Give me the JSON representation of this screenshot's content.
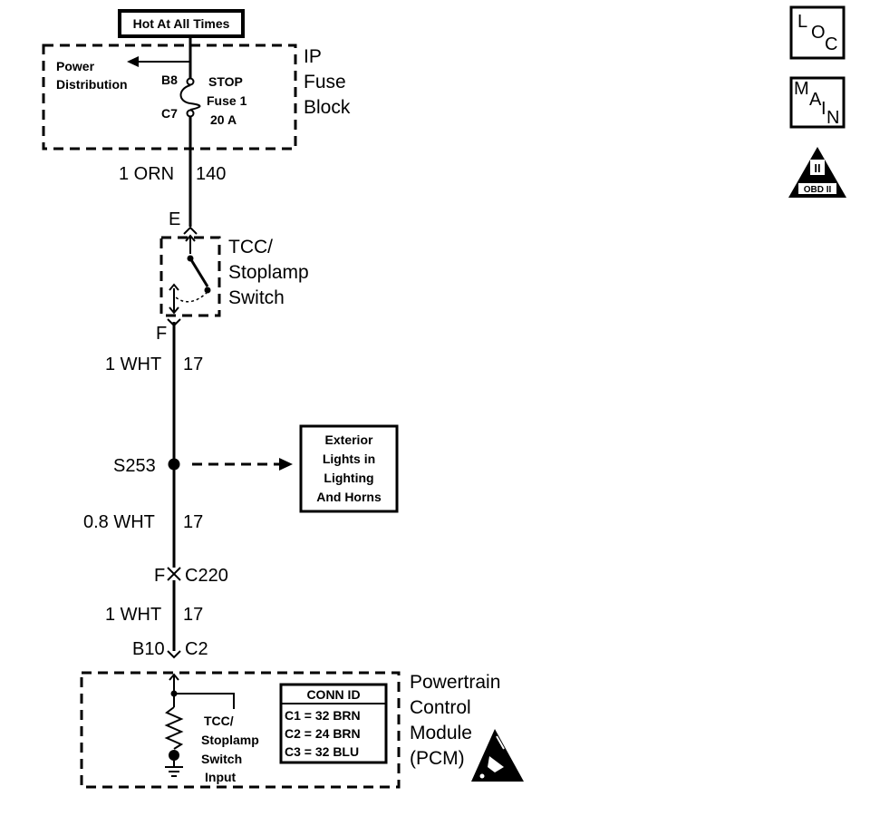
{
  "header": {
    "hot_label": "Hot At All Times"
  },
  "fuse_block": {
    "name_line1": "IP",
    "name_line2": "Fuse",
    "name_line3": "Block",
    "power_line1": "Power",
    "power_line2": "Distribution",
    "pin_top": "B8",
    "pin_bottom": "C7",
    "fuse_line1": "STOP",
    "fuse_line2": "Fuse 1",
    "fuse_line3": "20 A"
  },
  "wire_1": {
    "gauge_color": "1 ORN",
    "circuit": "140"
  },
  "tcc_switch": {
    "pin_in": "E",
    "pin_out": "F",
    "name_line1": "TCC/",
    "name_line2": "Stoplamp",
    "name_line3": "Switch"
  },
  "wire_2": {
    "gauge_color": "1 WHT",
    "circuit": "17"
  },
  "splice": {
    "id": "S253"
  },
  "exterior_box": {
    "line1": "Exterior",
    "line2": "Lights in",
    "line3": "Lighting",
    "line4": "And Horns"
  },
  "wire_3": {
    "gauge_color": "0.8 WHT",
    "circuit": "17"
  },
  "connector_c220": {
    "pin": "F",
    "id": "C220"
  },
  "wire_4": {
    "gauge_color": "1 WHT",
    "circuit": "17"
  },
  "pcm_connector": {
    "pin": "B10",
    "conn": "C2"
  },
  "pcm": {
    "name_line1": "Powertrain",
    "name_line2": "Control",
    "name_line3": "Module",
    "name_line4": "(PCM)",
    "input_line1": "TCC/",
    "input_line2": "Stoplamp",
    "input_line3": "Switch",
    "input_line4": "Input",
    "conn_title": "CONN ID",
    "conn_c1": "C1 = 32 BRN",
    "conn_c2": "C2 = 24 BRN",
    "conn_c3": "C3 = 32 BLU"
  },
  "side_icons": {
    "loc_l": "L",
    "loc_o": "O",
    "loc_c": "C",
    "main_m": "M",
    "main_a": "A",
    "main_i": "I",
    "main_n": "N",
    "obd_numeral": "II",
    "obd_label": "OBD II"
  }
}
